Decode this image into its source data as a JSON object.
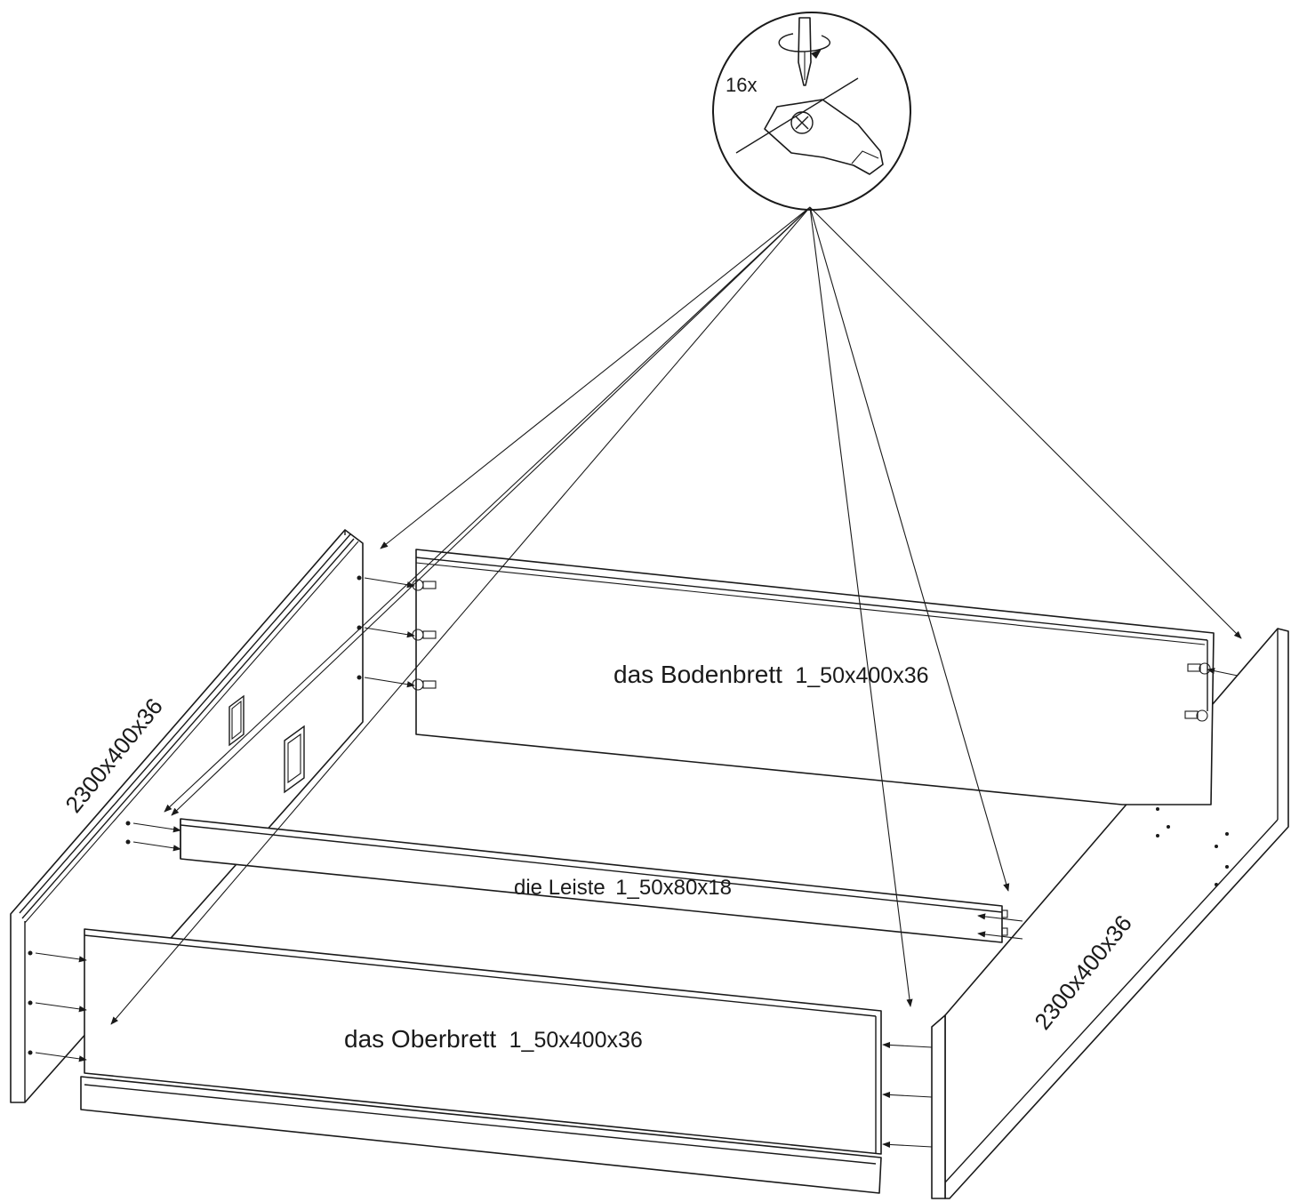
{
  "detail": {
    "count_label": "16x",
    "icon": "screwdriver-cam-lock-icon"
  },
  "parts": {
    "bottom_board": {
      "name": "das Bodenbrett",
      "dims": "1_50x400x36"
    },
    "rail": {
      "name": "die Leiste",
      "dims": "1_50x80x18"
    },
    "top_board": {
      "name": "das Oberbrett",
      "dims": "1_50x400x36"
    },
    "side_left": {
      "dims": "2300x400x36"
    },
    "side_right": {
      "dims": "2300x400x36"
    }
  },
  "colors": {
    "ink": "#1a1a1a",
    "paper": "#ffffff"
  }
}
